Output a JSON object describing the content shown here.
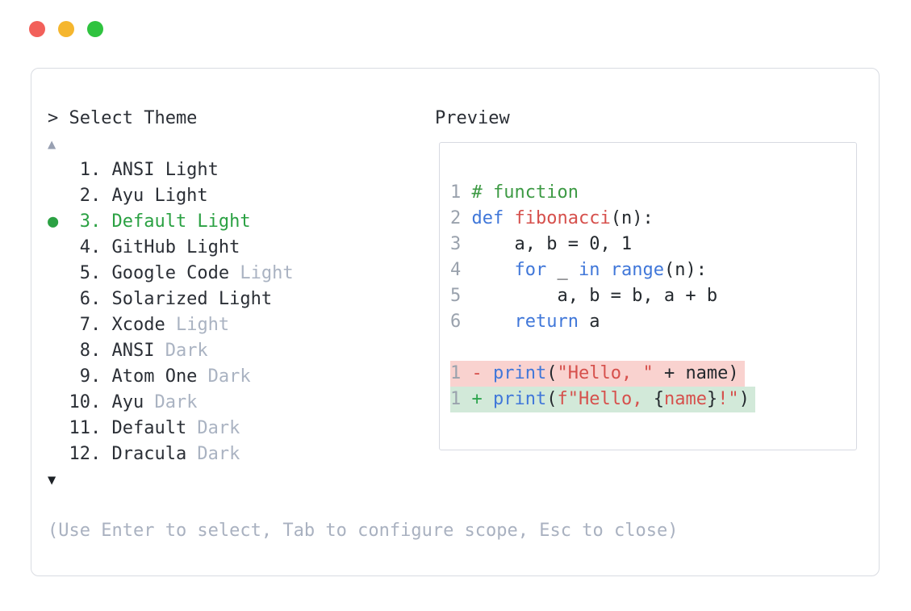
{
  "window": {
    "buttons": [
      "close",
      "minimize",
      "maximize"
    ]
  },
  "colors": {
    "accent_green": "#2ba143",
    "keyword_blue": "#4077d9",
    "string_red": "#d6504c",
    "comment_green": "#3d9a44",
    "muted_gray": "#aab3c2",
    "removed_bg": "#f9d2cf",
    "added_bg": "#d2e9d9",
    "traffic_red": "#f2605a",
    "traffic_yellow": "#f5b62e",
    "traffic_green": "#2fc33f"
  },
  "theme_selector": {
    "prompt": "> Select Theme",
    "scroll_up": "▲",
    "scroll_down": "▼",
    "hint": "(Use Enter to select, Tab to configure scope, Esc to close)",
    "items": [
      {
        "marker": "",
        "number": " 1. ",
        "name": "ANSI Light",
        "suffix": ""
      },
      {
        "marker": "",
        "number": " 2. ",
        "name": "Ayu Light",
        "suffix": ""
      },
      {
        "marker": "●",
        "number": " 3. ",
        "name": "Default Light",
        "suffix": ""
      },
      {
        "marker": "",
        "number": " 4. ",
        "name": "GitHub Light",
        "suffix": ""
      },
      {
        "marker": "",
        "number": " 5. ",
        "name": "Google Code",
        "suffix": " Light"
      },
      {
        "marker": "",
        "number": " 6. ",
        "name": "Solarized Light",
        "suffix": ""
      },
      {
        "marker": "",
        "number": " 7. ",
        "name": "Xcode",
        "suffix": " Light"
      },
      {
        "marker": "",
        "number": " 8. ",
        "name": "ANSI",
        "suffix": " Dark"
      },
      {
        "marker": "",
        "number": " 9. ",
        "name": "Atom One",
        "suffix": " Dark"
      },
      {
        "marker": "",
        "number": "10. ",
        "name": "Ayu",
        "suffix": " Dark"
      },
      {
        "marker": "",
        "number": "11. ",
        "name": "Default",
        "suffix": " Dark"
      },
      {
        "marker": "",
        "number": "12. ",
        "name": "Dracula",
        "suffix": " Dark"
      }
    ]
  },
  "preview": {
    "title": "Preview",
    "lines": [
      {
        "highlight": "",
        "tokens": [
          {
            "t": "1 ",
            "c": "ln"
          },
          {
            "t": "# function",
            "c": "com"
          }
        ]
      },
      {
        "highlight": "",
        "tokens": [
          {
            "t": "2 ",
            "c": "ln"
          },
          {
            "t": "def",
            "c": "kw"
          },
          {
            "t": " ",
            "c": "pl"
          },
          {
            "t": "fibonacci",
            "c": "fn"
          },
          {
            "t": "(n):",
            "c": "pl"
          }
        ]
      },
      {
        "highlight": "",
        "tokens": [
          {
            "t": "3 ",
            "c": "ln"
          },
          {
            "t": "    a, b = 0, 1",
            "c": "pl"
          }
        ]
      },
      {
        "highlight": "",
        "tokens": [
          {
            "t": "4 ",
            "c": "ln"
          },
          {
            "t": "    ",
            "c": "pl"
          },
          {
            "t": "for",
            "c": "kw"
          },
          {
            "t": " _ ",
            "c": "pl"
          },
          {
            "t": "in",
            "c": "kw"
          },
          {
            "t": " ",
            "c": "pl"
          },
          {
            "t": "range",
            "c": "kw"
          },
          {
            "t": "(n):",
            "c": "pl"
          }
        ]
      },
      {
        "highlight": "",
        "tokens": [
          {
            "t": "5 ",
            "c": "ln"
          },
          {
            "t": "        a, b = b, a + b",
            "c": "pl"
          }
        ]
      },
      {
        "highlight": "",
        "tokens": [
          {
            "t": "6 ",
            "c": "ln"
          },
          {
            "t": "    ",
            "c": "pl"
          },
          {
            "t": "return",
            "c": "kw"
          },
          {
            "t": " a",
            "c": "pl"
          }
        ]
      },
      {
        "highlight": "",
        "tokens": []
      },
      {
        "highlight": "removed",
        "tokens": [
          {
            "t": "1 ",
            "c": "ln"
          },
          {
            "t": "- ",
            "c": "minus"
          },
          {
            "t": "print",
            "c": "kw"
          },
          {
            "t": "(",
            "c": "pl"
          },
          {
            "t": "\"Hello, \"",
            "c": "str"
          },
          {
            "t": " + name)",
            "c": "pl"
          }
        ]
      },
      {
        "highlight": "added",
        "tokens": [
          {
            "t": "1 ",
            "c": "ln"
          },
          {
            "t": "+ ",
            "c": "plus"
          },
          {
            "t": "print",
            "c": "kw"
          },
          {
            "t": "(",
            "c": "pl"
          },
          {
            "t": "f\"Hello, ",
            "c": "str"
          },
          {
            "t": "{",
            "c": "pl"
          },
          {
            "t": "name",
            "c": "str"
          },
          {
            "t": "}",
            "c": "pl"
          },
          {
            "t": "!\"",
            "c": "str"
          },
          {
            "t": ")",
            "c": "pl"
          }
        ]
      }
    ]
  }
}
